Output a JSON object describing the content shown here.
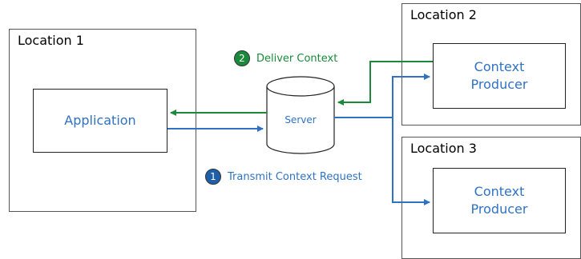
{
  "colors": {
    "blue": "#2f72c4",
    "green": "#1a8a3a",
    "dark_green": "#0f6b2a",
    "dark_blue": "#1e5fa8"
  },
  "locations": [
    {
      "title": "Location 1",
      "inner": "Application"
    },
    {
      "title": "Location 2",
      "inner": "Context Producer"
    },
    {
      "title": "Location 3",
      "inner": "Context Producer"
    }
  ],
  "server": {
    "label": "Server"
  },
  "steps": {
    "transmit": {
      "number": "1",
      "label": "Transmit Context Request"
    },
    "deliver": {
      "number": "2",
      "label": "Deliver Context"
    }
  }
}
